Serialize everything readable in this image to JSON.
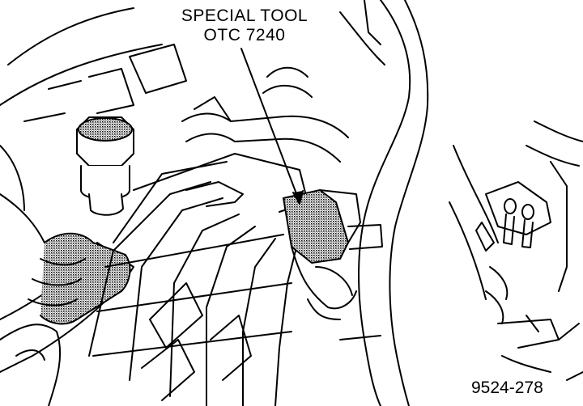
{
  "callout": {
    "line1": "SPECIAL TOOL",
    "line2": "OTC 7240"
  },
  "figure_number": "9524-278",
  "colors": {
    "ink": "#000000",
    "paper": "#ffffff",
    "stipple": "#808080"
  }
}
